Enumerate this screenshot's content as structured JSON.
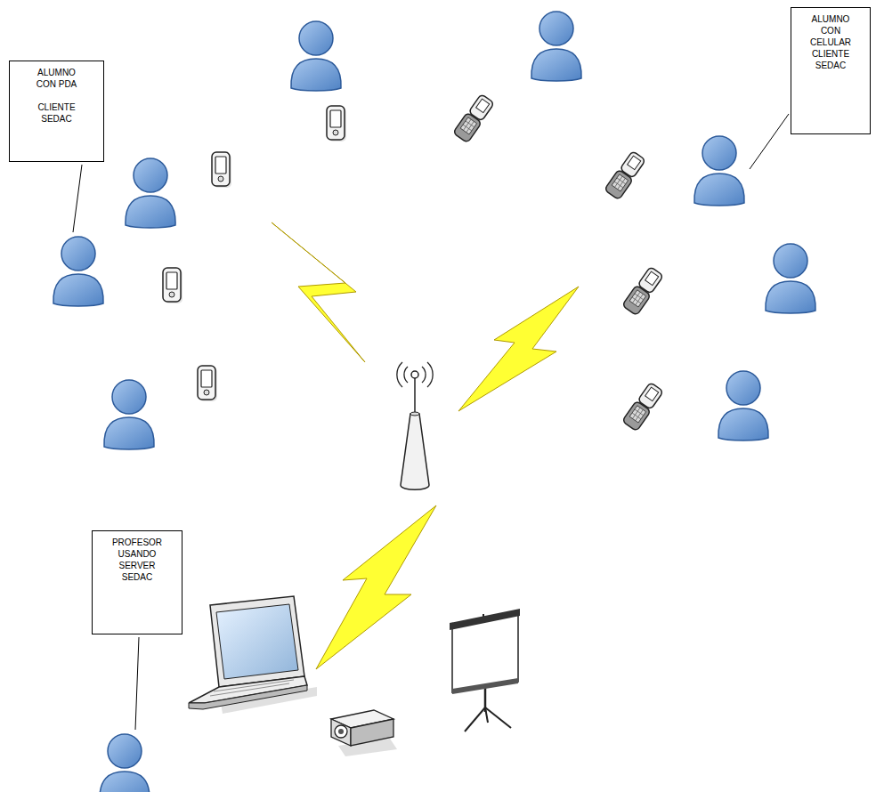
{
  "diagram": {
    "nodes": [
      {
        "text": [
          "ALUMNO CON PDA",
          "CLIENTE SEDAC"
        ]
      },
      {
        "text": [
          "ALUMNO CON CELULAR CLIENTE SEDAC"
        ]
      },
      {
        "text": [
          "PROFESOR USANDO SERVER SEDAC"
        ]
      }
    ]
  }
}
